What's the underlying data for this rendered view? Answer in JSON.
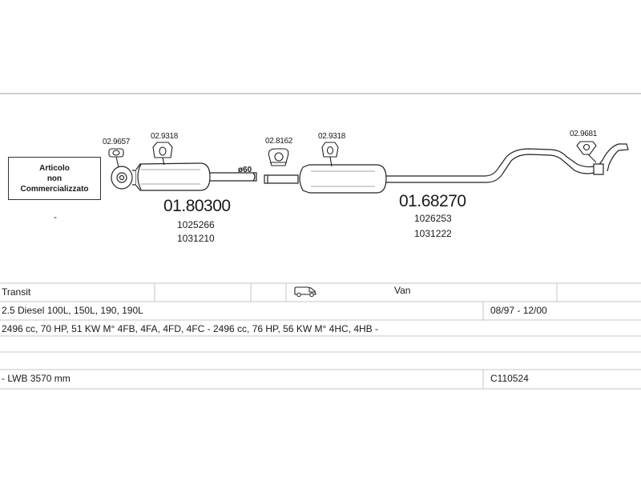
{
  "diagram": {
    "notice": [
      "Articolo",
      "non",
      "Commercializzato"
    ],
    "pipe_diameter": "ø60",
    "parts": [
      {
        "code": "02.9657"
      },
      {
        "code": "02.9318"
      },
      {
        "code": "02.8162"
      },
      {
        "code": "02.9318"
      },
      {
        "code": "02.9681"
      }
    ],
    "articles": [
      {
        "number": "01.80300",
        "refs": [
          "1025266",
          "1031210"
        ]
      },
      {
        "number": "01.68270",
        "refs": [
          "1026253",
          "1031222"
        ]
      }
    ],
    "dash": "-"
  },
  "table": {
    "model": "Transit",
    "vehicle_icon": "van-icon",
    "body_type": "Van",
    "engine": "2.5 Diesel 100L, 150L, 190, 190L",
    "date_range": "08/97 - 12/00",
    "engine_details": "2496 cc, 70 HP, 51 KW M° 4FB, 4FA, 4FD, 4FC - 2496 cc, 76 HP, 56 KW M° 4HC, 4HB -",
    "variant": "- LWB 3570 mm",
    "code": "C110524"
  }
}
